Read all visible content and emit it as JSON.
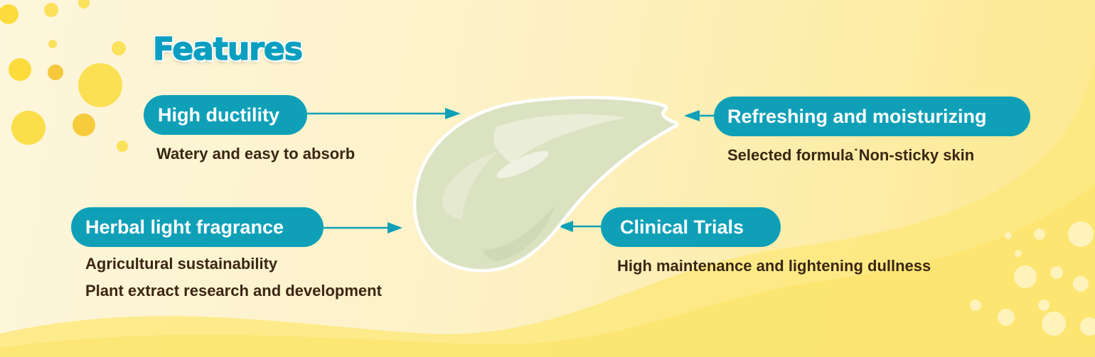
{
  "title": "Features",
  "features": [
    {
      "label": "High ductility",
      "lines": [
        "Watery and easy to absorb"
      ]
    },
    {
      "label": "Herbal light fragrance",
      "lines": [
        "Agricultural sustainability",
        "Plant extract research and development"
      ]
    },
    {
      "label": "Refreshing and moisturizing",
      "lines": [
        "Selected formula˙Non-sticky skin"
      ]
    },
    {
      "label": "Clinical Trials",
      "lines": [
        "High maintenance and lightening dullness"
      ]
    }
  ],
  "colors": {
    "accent": "#0fa0b8",
    "title": "#0a9fc0",
    "text": "#3b2612",
    "background": "#fdf3cf",
    "wave": "#fde97f",
    "cream": "#dfe6c7"
  }
}
